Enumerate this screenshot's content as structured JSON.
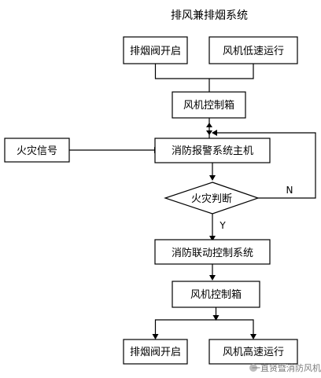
{
  "diagram": {
    "title": "排风兼排烟系统",
    "boxes": {
      "top_left": "排烟阀开启",
      "top_right": "风机低速运行",
      "fan_control_top": "风机控制箱",
      "fire_signal": "火灾信号",
      "fire_alarm_host": "消防报警系统主机",
      "fire_judgment": "火灾判断",
      "linkage_system": "消防联动控制系统",
      "fan_control_bottom": "风机控制箱",
      "bottom_left": "排烟阀开启",
      "bottom_right": "风机高速运行"
    },
    "branches": {
      "no": "N",
      "yes": "Y"
    },
    "watermark": "一直贤暨消防风机"
  }
}
